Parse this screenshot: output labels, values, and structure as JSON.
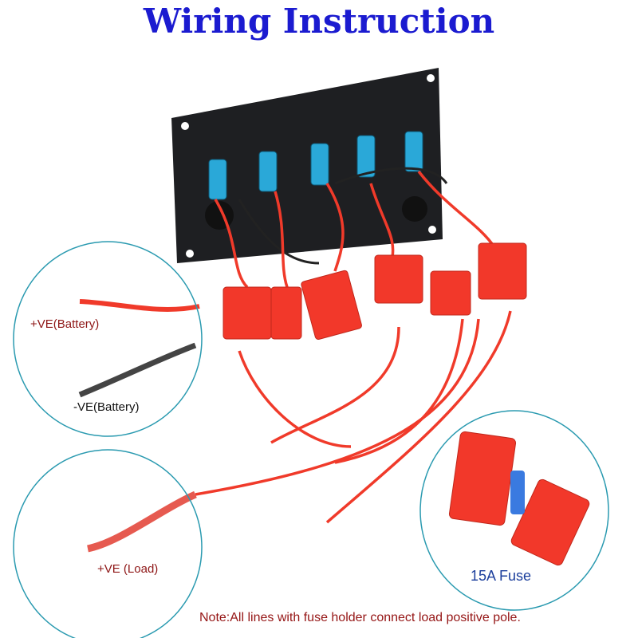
{
  "title": "Wiring Instruction",
  "labels": {
    "battery_positive": "+VE(Battery)",
    "battery_negative": "-VE(Battery)",
    "load_positive": "+VE (Load)",
    "fuse": "15A Fuse"
  },
  "note": "Note:All lines with fuse holder connect load positive pole.",
  "colors": {
    "title": "#1b1bd0",
    "wire_red": "#f03a2a",
    "wire_black": "#333333",
    "circle": "#2a9ab0",
    "panel": "#1e1f22",
    "terminal": "#2aa8d8"
  }
}
